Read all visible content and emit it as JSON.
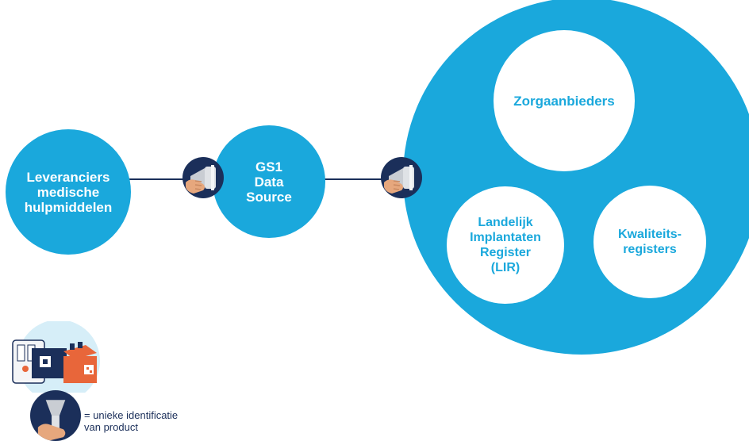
{
  "nodes": {
    "suppliers": "Leveranciers\nmedische\nhulpmiddelen",
    "gs1": "GS1\nData\nSource",
    "care_providers": "Zorgaanbieders",
    "lir": "Landelijk\nImplantaten\nRegister\n(LIR)",
    "quality": "Kwaliteits-\nregisters"
  },
  "icons": {
    "scanner": "barcode-scanner-icon",
    "product_package": "medical-product-package-icon"
  },
  "legend": {
    "label": "= unieke identificatie\n   van product"
  },
  "colors": {
    "primary_blue": "#1aa8dc",
    "navy": "#1b2f5a",
    "light_blue": "#d6eef8",
    "orange": "#e8663a"
  }
}
